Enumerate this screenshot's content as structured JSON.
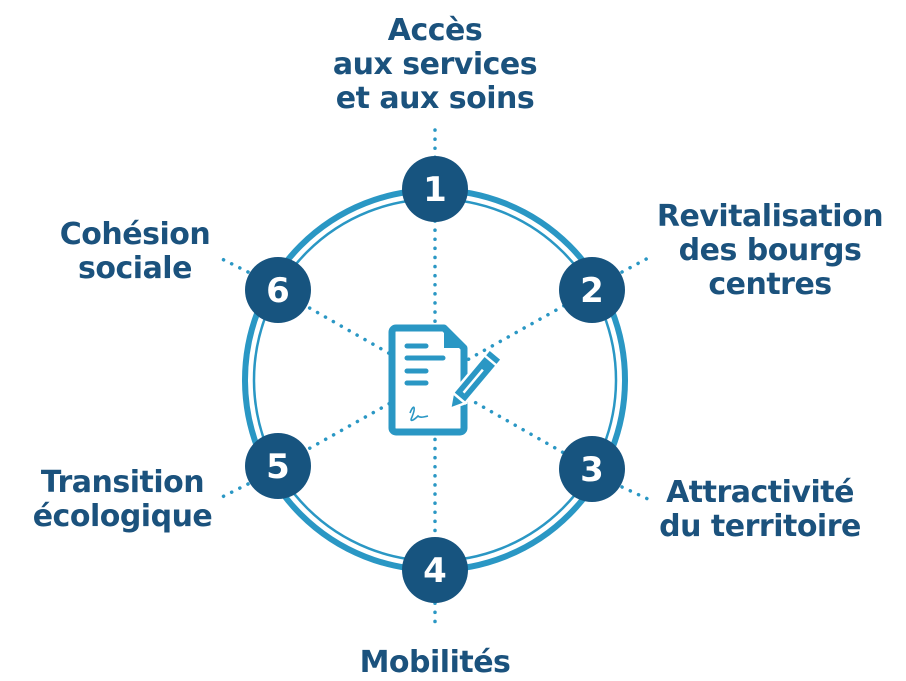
{
  "colors": {
    "navy": "#17547f",
    "blue": "#2a97c4"
  },
  "center_icon": "document-signature-pencil-icon",
  "nodes": [
    {
      "number": "1",
      "lines": [
        "Accès",
        "aux services",
        "et aux soins"
      ]
    },
    {
      "number": "2",
      "lines": [
        "Revitalisation",
        "des bourgs",
        "centres"
      ]
    },
    {
      "number": "3",
      "lines": [
        "Attractivité",
        "du territoire"
      ]
    },
    {
      "number": "4",
      "lines": [
        "Mobilités"
      ]
    },
    {
      "number": "5",
      "lines": [
        "Transition",
        "écologique"
      ]
    },
    {
      "number": "6",
      "lines": [
        "Cohésion",
        "sociale"
      ]
    }
  ]
}
